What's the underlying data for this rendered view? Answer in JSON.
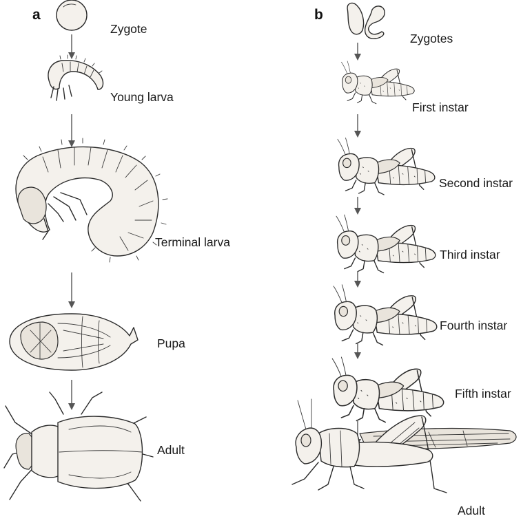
{
  "panels": {
    "a": {
      "label": "a",
      "stages": [
        {
          "label": "Zygote",
          "icon": "egg-icon"
        },
        {
          "label": "Young larva",
          "icon": "young-larva-icon"
        },
        {
          "label": "Terminal larva",
          "icon": "terminal-larva-icon"
        },
        {
          "label": "Pupa",
          "icon": "pupa-icon"
        },
        {
          "label": "Adult",
          "icon": "beetle-icon"
        }
      ]
    },
    "b": {
      "label": "b",
      "stages": [
        {
          "label": "Zygotes",
          "icon": "eggs-icon"
        },
        {
          "label": "First instar",
          "icon": "grasshopper-nymph-icon"
        },
        {
          "label": "Second instar",
          "icon": "grasshopper-nymph-icon"
        },
        {
          "label": "Third instar",
          "icon": "grasshopper-nymph-icon"
        },
        {
          "label": "Fourth instar",
          "icon": "grasshopper-nymph-icon"
        },
        {
          "label": "Fifth instar",
          "icon": "grasshopper-nymph-icon"
        },
        {
          "label": "Adult",
          "icon": "grasshopper-adult-icon"
        }
      ]
    }
  }
}
